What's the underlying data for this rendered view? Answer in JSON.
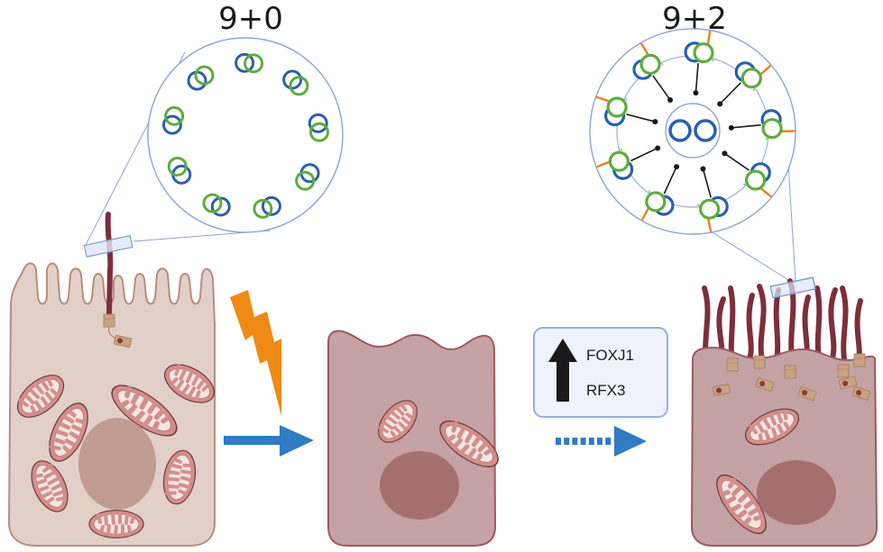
{
  "figure": {
    "left_title": "9+0",
    "right_title": "9+2",
    "gene_box": {
      "direction": "up",
      "genes": [
        "FOXJ1",
        "RFX3"
      ]
    },
    "panels": [
      {
        "name": "primary-cilium-cell",
        "description": "Cell with microvilli and a single primary cilium",
        "mitochondria_count": 7,
        "axoneme": "9+0"
      },
      {
        "name": "injured-cell",
        "description": "Cell after injury, microvilli lost",
        "mitochondria_count": 2
      },
      {
        "name": "multiciliated-cell",
        "description": "Cell with multiple motile cilia",
        "mitochondria_count": 2,
        "axoneme": "9+2"
      }
    ],
    "arrows": [
      {
        "name": "injury-arrow",
        "style": "solid",
        "trigger": "lightning-bolt"
      },
      {
        "name": "differentiation-arrow",
        "style": "dashed"
      }
    ],
    "colors": {
      "doublet_a": "#2b5fad",
      "doublet_b": "#5cad3c",
      "outer_ring": "#8fa3d6",
      "dynein_arm": "#e8821c",
      "radial_spoke": "#1a1a1a",
      "cell1_fill": "#e2d0c8",
      "cell1_stroke": "#b68d80",
      "cell2_fill": "#c5a2a4",
      "cell2_stroke": "#9c5a5f",
      "nucleus1": "#c09c93",
      "nucleus2": "#a56f6f",
      "cilium": "#7d2e3a",
      "basal_body": "#c9a384",
      "arrow": "#2f7bc4",
      "lightning": "#ef8a16",
      "gene_box_fill": "#eef2fb",
      "gene_box_stroke": "#97aedb",
      "mito_outer": "#d48f8b",
      "mito_inner": "#f3e7e2"
    }
  }
}
